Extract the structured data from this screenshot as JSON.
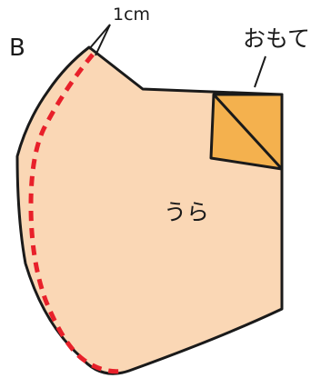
{
  "diagram": {
    "piece_label": "B",
    "seam_allowance_label": "1cm",
    "front_side_label": "おもて",
    "back_side_label": "うら"
  },
  "colors": {
    "fabric_back": "#FAD7B5",
    "fabric_front": "#F4B14E",
    "outline": "#1a1a1a",
    "seam_line": "#E8202A"
  }
}
